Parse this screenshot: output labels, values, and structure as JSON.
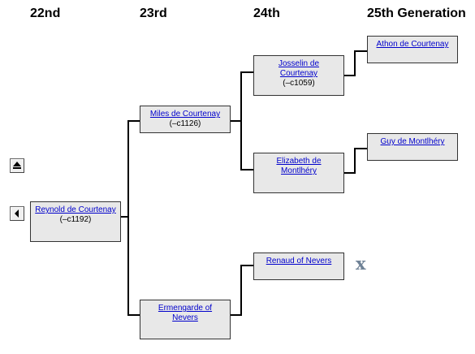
{
  "headers": {
    "gen22": "22nd",
    "gen23": "23rd",
    "gen24": "24th",
    "gen25": "25th Generation"
  },
  "people": {
    "reynold": {
      "name": "Reynold de Courtenay",
      "dates": "(–c1192)"
    },
    "miles": {
      "name": "Miles de Courtenay",
      "dates": "(–c1126)"
    },
    "ermengarde": {
      "name": "Ermengarde of Nevers"
    },
    "josselin": {
      "name": "Josselin de Courtenay",
      "dates": "(–c1059)"
    },
    "elizabeth": {
      "name": "Elizabeth de Montlhéry"
    },
    "renaud": {
      "name": "Renaud of Nevers"
    },
    "athon": {
      "name": "Athon de Courtenay"
    },
    "guy": {
      "name": "Guy de Montlhéry"
    }
  },
  "nav": {
    "up_icon": "eject-up-icon",
    "back_icon": "left-arrow-icon"
  },
  "no_parent_marker": "x",
  "colors": {
    "box_bg": "#e8e8e8",
    "link": "#0000cc",
    "marker": "#6f8296"
  }
}
